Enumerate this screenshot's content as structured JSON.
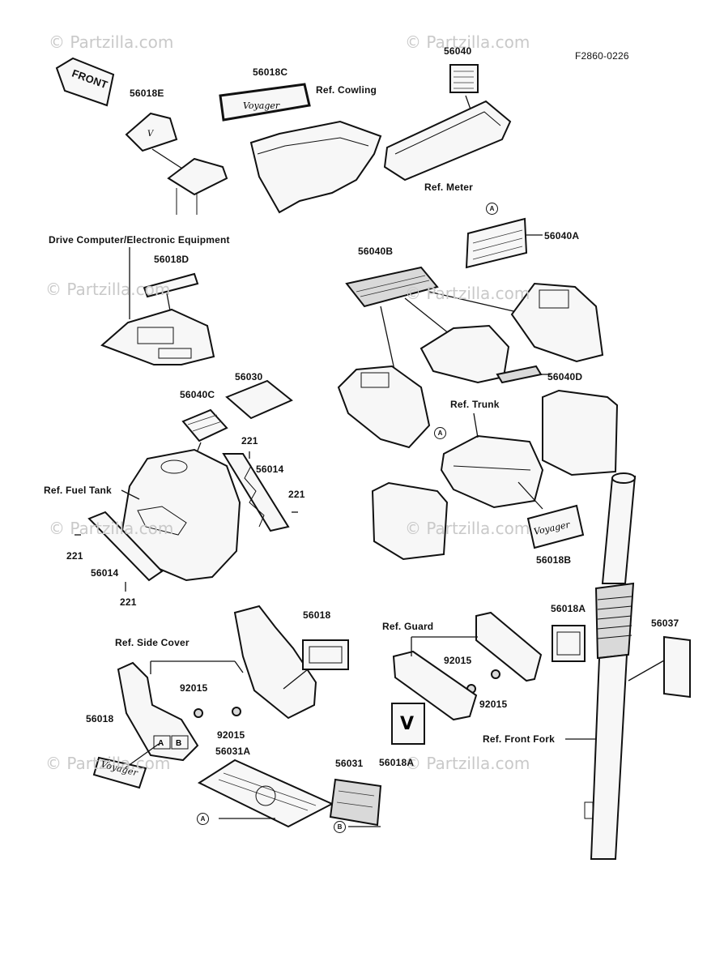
{
  "diagram_code": "F2860-0226",
  "watermark": "© Partzilla.com",
  "callouts": {
    "front": "FRONT",
    "p56018E": "56018E",
    "p56018C": "56018C",
    "ref_cowling": "Ref. Cowling",
    "p56040": "56040",
    "ref_meter": "Ref. Meter",
    "drive_computer": "Drive Computer/Electronic Equipment",
    "p56040A": "56040A",
    "p56018D": "56018D",
    "p56040B": "56040B",
    "p56040D": "56040D",
    "ref_trunk": "Ref. Trunk",
    "p56030": "56030",
    "p56040C": "56040C",
    "p221_a": "221",
    "p56014_a": "56014",
    "p221_b": "221",
    "ref_fuel_tank": "Ref. Fuel Tank",
    "p221_c": "221",
    "p56014_b": "56014",
    "p221_d": "221",
    "p56018B": "56018B",
    "p56018_a": "56018",
    "ref_side_cover": "Ref. Side Cover",
    "p92015_a": "92015",
    "p56018_b": "56018",
    "p92015_b": "92015",
    "p56031A": "56031A",
    "p56031": "56031",
    "ref_guard": "Ref. Guard",
    "p92015_c": "92015",
    "p56018A_a": "56018A",
    "p92015_d": "92015",
    "p56018A_b": "56018A",
    "p56037": "56037",
    "ref_front_fork": "Ref. Front Fork"
  },
  "markers": {
    "a": "A",
    "b": "B"
  },
  "emblem_text": {
    "voyager": "Voyager",
    "cover_a": "A",
    "cover_b": "B",
    "v_mark": "V"
  }
}
